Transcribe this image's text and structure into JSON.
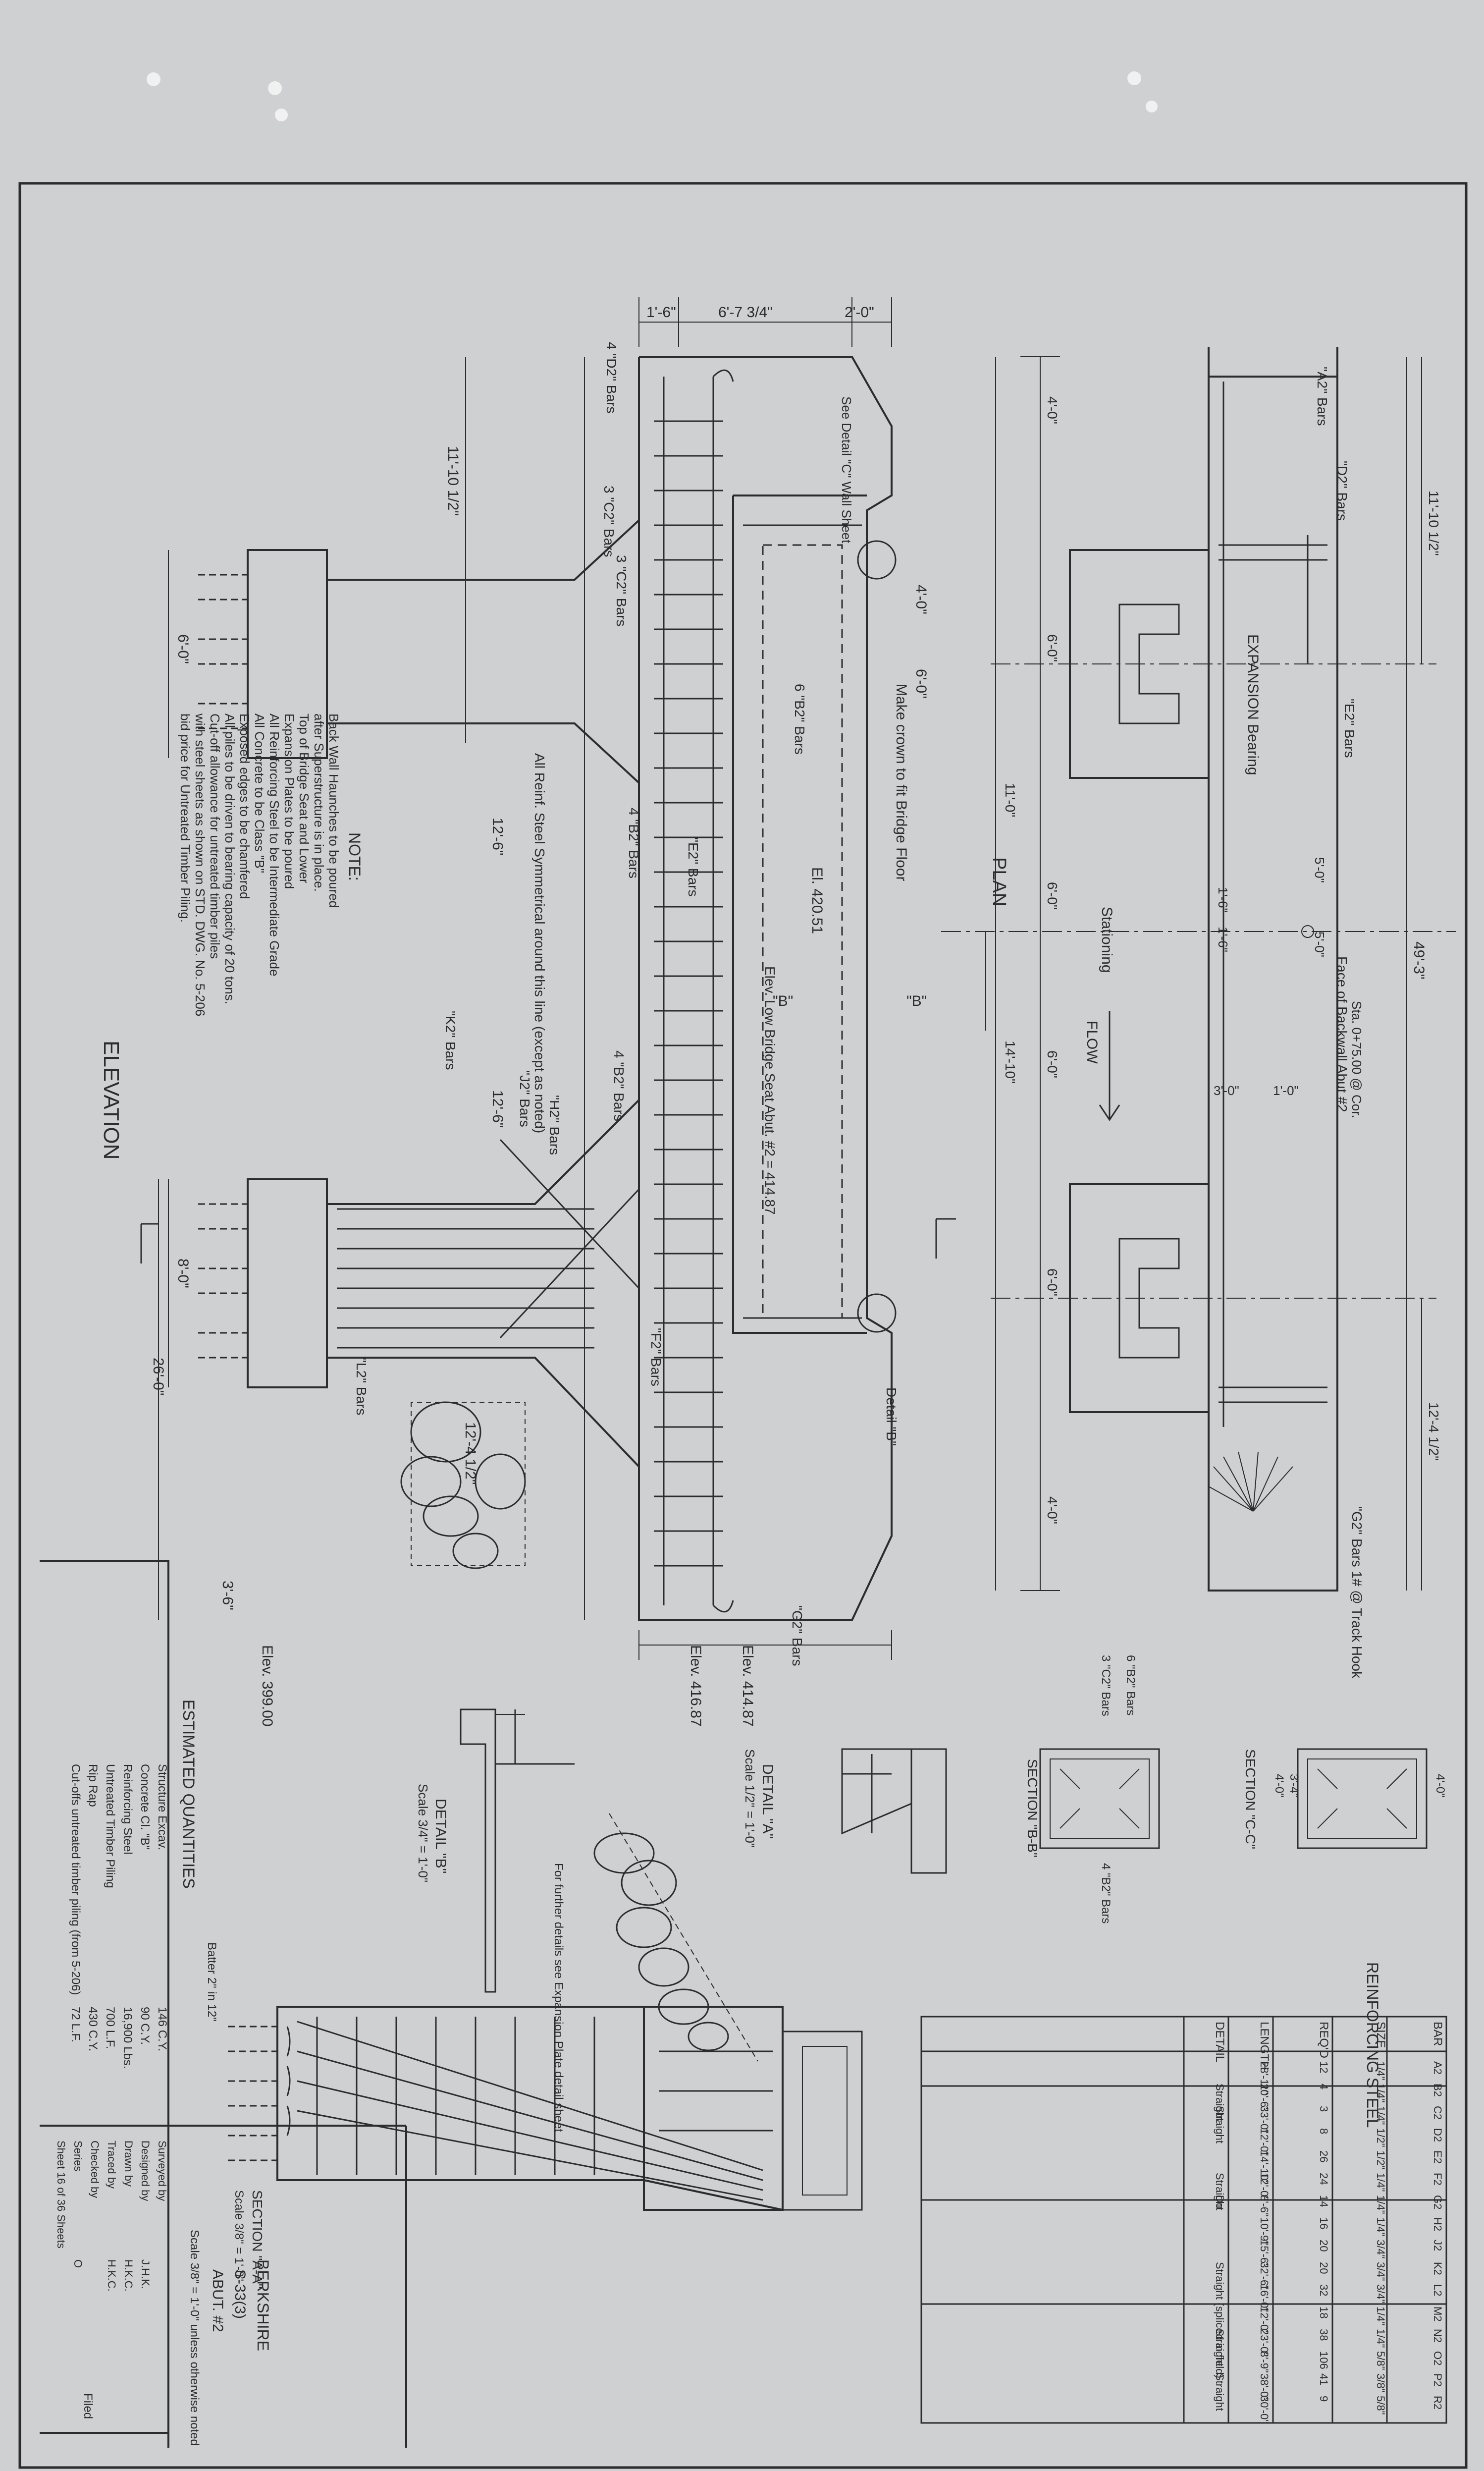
{
  "elevation": {
    "title": "ELEVATION",
    "dims": [
      "1'-6\"",
      "6'-7 3/4\"",
      "2'-0\"",
      "11'-10 1/2\"",
      "12'-6\"",
      "12'-6\"",
      "12'-4 1/2\"",
      "3'-6\"",
      "26'-0\"",
      "6'-0\"",
      "8'-0\"",
      "4'-0\"",
      "6'-0\""
    ],
    "elevations": [
      "Elev. 416.87",
      "Elev. 414.87",
      "Elev. 399.00",
      "El. 420.51"
    ],
    "labels": [
      "4 \"D2\" Bars",
      "3 \"C2\" Bars",
      "3 \"C2\" Bars",
      "4 \"B2\" Bars",
      "6 \"B2\" Bars",
      "4 \"B2\" Bars",
      "\"E2\" Bars",
      "\"F2\" Bars",
      "\"G2\" Bars",
      "\"H2\" Bars",
      "\"K2\" Bars",
      "\"L2\" Bars",
      "\"J2\" Bars",
      "Make crown to fit Bridge Floor",
      "Elev. Low Bridge Seat Abut. #2 = 414.87",
      "All Reinf. Steel Symmetrical around this line (except as noted)",
      "See Detail \"C\" Wall Sheet",
      "Detail \"B\""
    ]
  },
  "note": {
    "heading": "NOTE:",
    "lines": [
      "Back Wall Haunches to be poured",
      "after Superstructure is in place.",
      "Top of Bridge Seat and Lower",
      "Expansion Plates to be poured",
      "All Reinforcing Steel to be Intermediate Grade",
      "All Concrete to be Class \"B\"",
      "Exposed edges to be chamfered",
      "All piles to be driven to bearing capacity of 20 tons.",
      "Cut-off allowance for untreated timber piles",
      "with steel sheets as shown on STD. DWG. No. 5-206",
      "bid price for Untreated Timber Piling."
    ]
  },
  "plan": {
    "title": "PLAN",
    "labels": [
      "EXPANSION Bearing",
      "FLOW",
      "Stationing",
      "Face of Backwall Abut #2",
      "\"E2\" Bars",
      "\"D2\" Bars",
      "\"A2\" Bars",
      "\"G2\" Bars 1# @ Track Hook",
      "Sta. 0+75.00 @ Cor.",
      "\"B\"",
      "\"B\""
    ],
    "dims": [
      "4'-0\"",
      "6'-0\"",
      "11'-0\"",
      "6'-0\"",
      "14'-10\"",
      "6'-0\"",
      "6'-0\"",
      "4'-0\"",
      "49'-3\"",
      "11'-10 1/2\"",
      "12'-4 1/2\"",
      "3'-0\"",
      "1'-0\"",
      "1'-6\"",
      "1'-6\"",
      "5'-0\"",
      "5'-0\""
    ]
  },
  "detail_a": {
    "title": "DETAIL \"A\"",
    "scale": "Scale 1/2\" = 1'-0\""
  },
  "detail_b": {
    "title": "DETAIL \"B\"",
    "scale": "Scale 3/4\" = 1'-0\"",
    "text": "For further details see Expansion Plate detail sheet"
  },
  "section_bb": {
    "title": "SECTION \"B-B\"",
    "bars": [
      "6 \"B2\" Bars",
      "3 \"C2\" Bars",
      "4 \"B2\" Bars"
    ]
  },
  "section_cc": {
    "title": "SECTION \"C-C\"",
    "dims": [
      "4'-0\"",
      "3'-4\"",
      "4'-0\""
    ]
  },
  "section_aa": {
    "title": "SECTION \"A-A\"",
    "scale": "Scale 3/8\" = 1'-0\"",
    "batter": "Batter 2\" in 12\""
  },
  "rebar_table": {
    "title": "REINFORCING STEEL",
    "columns": [
      "BAR",
      "SIZE",
      "REQ'D",
      "LENGTH",
      "DETAIL"
    ],
    "rows": [
      [
        "A2",
        "1/4\"",
        "12",
        "28'-11\"",
        ""
      ],
      [
        "B2",
        "1/4\"",
        "4",
        "20'-6\"",
        "Straight"
      ],
      [
        "C2",
        "1/4\"",
        "3",
        "33'-0\"",
        "Straight"
      ],
      [
        "D2",
        "1/2\"",
        "8",
        "12'-0\"",
        ""
      ],
      [
        "E2",
        "1/2\"",
        "26",
        "14'-10\"",
        ""
      ],
      [
        "F2",
        "1/4\"",
        "24",
        "12'-0\"",
        "Straight"
      ],
      [
        "G2",
        "1/4\"",
        "14",
        "8'-6\"",
        "Do"
      ],
      [
        "H2",
        "1/4\"",
        "16",
        "10'-9\"",
        ""
      ],
      [
        "J2",
        "3/4\"",
        "20",
        "15'-6\"",
        ""
      ],
      [
        "K2",
        "3/4\"",
        "20",
        "32'-6\"",
        "Straight (spliced in field)"
      ],
      [
        "L2",
        "3/4\"",
        "32",
        "16'-0\"",
        ""
      ],
      [
        "M2",
        "1/4\"",
        "18",
        "12'-0\"",
        ""
      ],
      [
        "N2",
        "1/4\"",
        "38",
        "23'-0\"",
        "Straight"
      ],
      [
        "O2",
        "5/8\"",
        "106",
        "8'-9\"",
        ""
      ],
      [
        "P2",
        "3/8\"",
        "41",
        "38'-0\"",
        "Straight"
      ],
      [
        "R2",
        "5/8\"",
        "9",
        "30'-0\"",
        ""
      ]
    ]
  },
  "quantities": {
    "title": "ESTIMATED QUANTITIES",
    "items": [
      {
        "name": "Structure Excav.",
        "qty": "146 C.Y."
      },
      {
        "name": "Concrete Cl. \"B\"",
        "qty": "90 C.Y."
      },
      {
        "name": "Reinforcing Steel",
        "qty": "16,900 Lbs."
      },
      {
        "name": "Untreated Timber Piling",
        "qty": "700 L.F."
      },
      {
        "name": "Rip Rap",
        "qty": "430 C.Y."
      },
      {
        "name": "Cut-offs untreated timber piling (from 5-206)",
        "qty": "72 L.F."
      }
    ]
  },
  "title_block": {
    "fields": [
      "Surveyed by",
      "Designed by",
      "Drawn by",
      "Traced by",
      "Checked by",
      "Series",
      "Sheet 16 of 36 Sheets"
    ],
    "values": [
      "",
      "J.H.K.",
      "H.K.C.",
      "H.K.C.",
      "",
      "O",
      ""
    ],
    "project": "BERKSHIRE",
    "number": "S-33(3)",
    "abut": "ABUT. #2",
    "scale": "Scale 3/8\" = 1'-0\" unless otherwise noted",
    "filed": "Filed"
  }
}
